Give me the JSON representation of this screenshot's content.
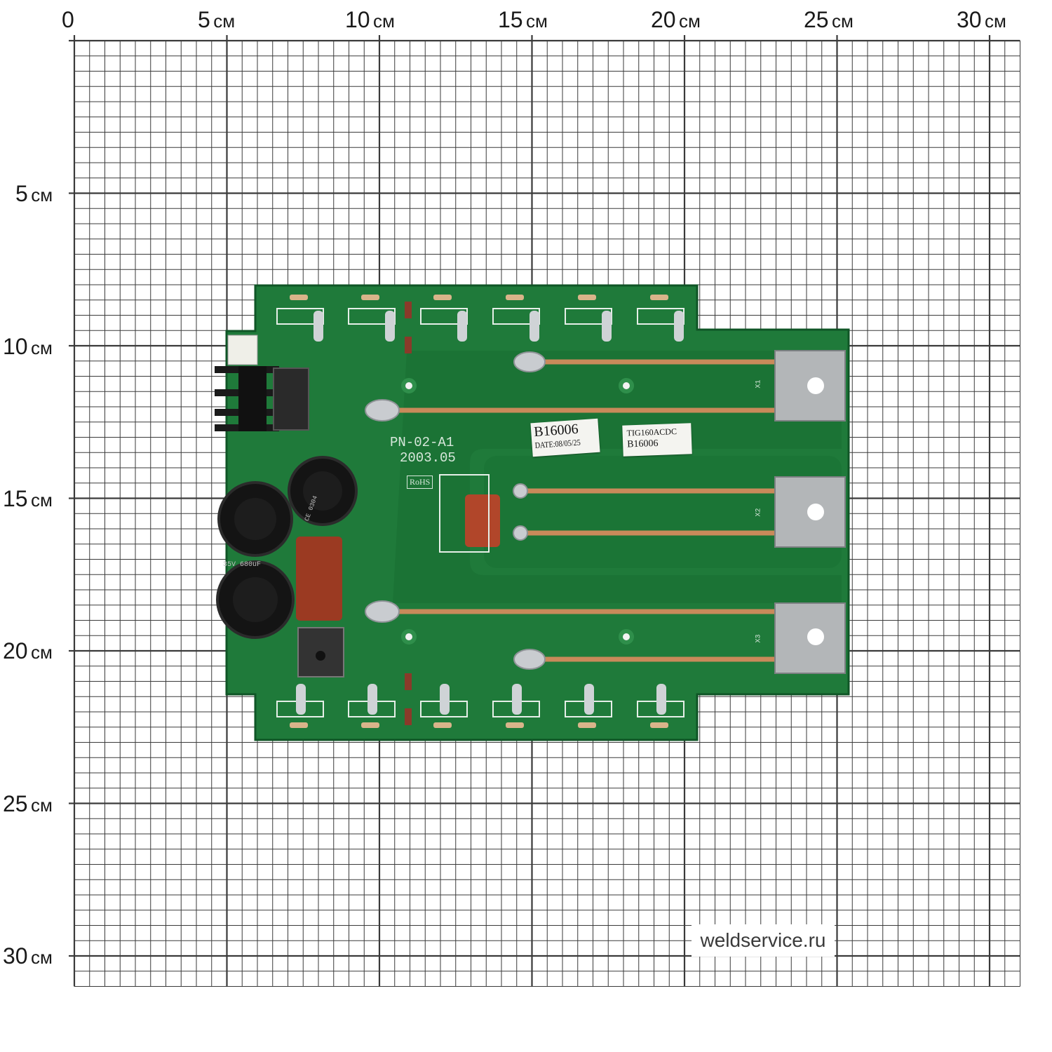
{
  "axes": {
    "x_labels": [
      {
        "num": "0",
        "unit": ""
      },
      {
        "num": "5",
        "unit": "см"
      },
      {
        "num": "10",
        "unit": "см"
      },
      {
        "num": "15",
        "unit": "см"
      },
      {
        "num": "20",
        "unit": "см"
      },
      {
        "num": "25",
        "unit": "см"
      },
      {
        "num": "30",
        "unit": "см"
      }
    ],
    "y_labels": [
      {
        "num": "5",
        "unit": "см"
      },
      {
        "num": "10",
        "unit": "см"
      },
      {
        "num": "15",
        "unit": "см"
      },
      {
        "num": "20",
        "unit": "см"
      },
      {
        "num": "25",
        "unit": "см"
      },
      {
        "num": "30",
        "unit": "см"
      }
    ]
  },
  "board": {
    "silkscreen_model": "PN-02-A1",
    "silkscreen_date": "2003.05",
    "rohs_mark": "RoHS",
    "sticker_left": {
      "line1": "B16006",
      "line2": "DATE:08/05/25"
    },
    "sticker_right": {
      "line1": "TIG160ACDC",
      "line2": "B16006"
    },
    "terminal_labels": [
      "X1",
      "X2",
      "X3"
    ],
    "capacitor_labels": [
      "CE 0304",
      "35V 680uF"
    ]
  },
  "watermark": "weldservice.ru",
  "colors": {
    "pcb_green": "#1f7a3a",
    "grid_line": "#3a3a3a",
    "copper": "#c98a5a"
  }
}
